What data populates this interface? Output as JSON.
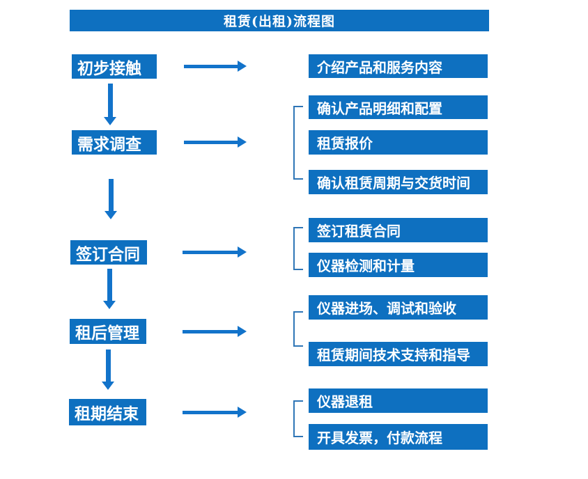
{
  "title": "租赁(出租)流程图",
  "colors": {
    "box_blue": "#0e70c0",
    "arrow_blue": "#1273ca",
    "bracket_blue": "#2e75b6",
    "text_white": "#ffffff"
  },
  "steps": [
    {
      "label": "初步接触",
      "details": [
        "介绍产品和服务内容"
      ]
    },
    {
      "label": "需求调查",
      "details": [
        "确认产品明细和配置",
        "租赁报价",
        "确认租赁周期与交货时间"
      ]
    },
    {
      "label": "签订合同",
      "details": [
        "签订租赁合同",
        "仪器检测和计量"
      ]
    },
    {
      "label": "租后管理",
      "details": [
        "仪器进场、调试和验收",
        "租赁期间技术支持和指导"
      ]
    },
    {
      "label": "租期结束",
      "details": [
        "仪器退租",
        "开具发票，付款流程"
      ]
    }
  ]
}
